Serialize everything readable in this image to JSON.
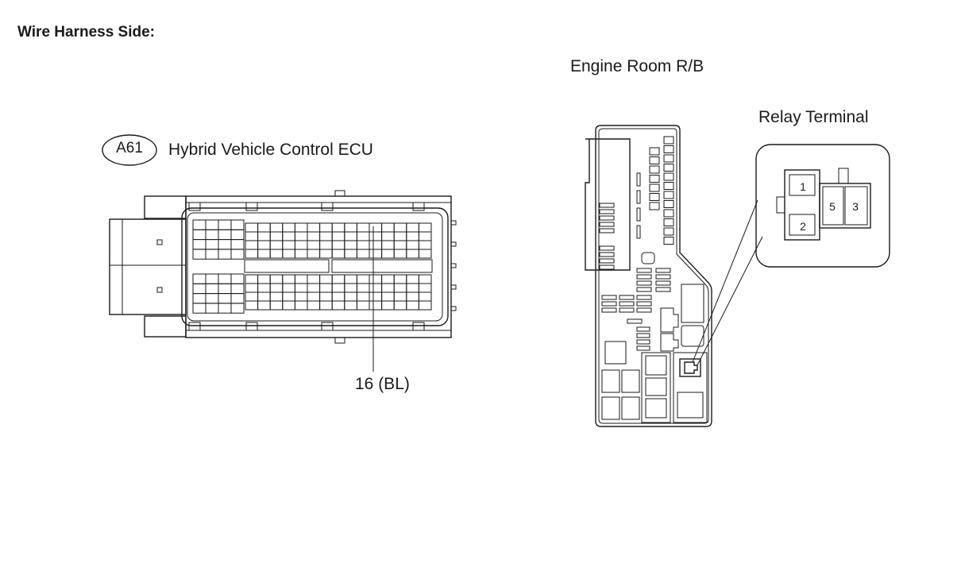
{
  "header": {
    "section_title": "Wire Harness Side:"
  },
  "ecu_connector": {
    "code": "A61",
    "name": "Hybrid Vehicle Control ECU",
    "pin_callout": "16 (BL)"
  },
  "relay_block": {
    "title": "Engine Room R/B",
    "relay_terminal_title": "Relay Terminal",
    "terminal_labels": [
      "1",
      "2",
      "5",
      "3"
    ]
  }
}
